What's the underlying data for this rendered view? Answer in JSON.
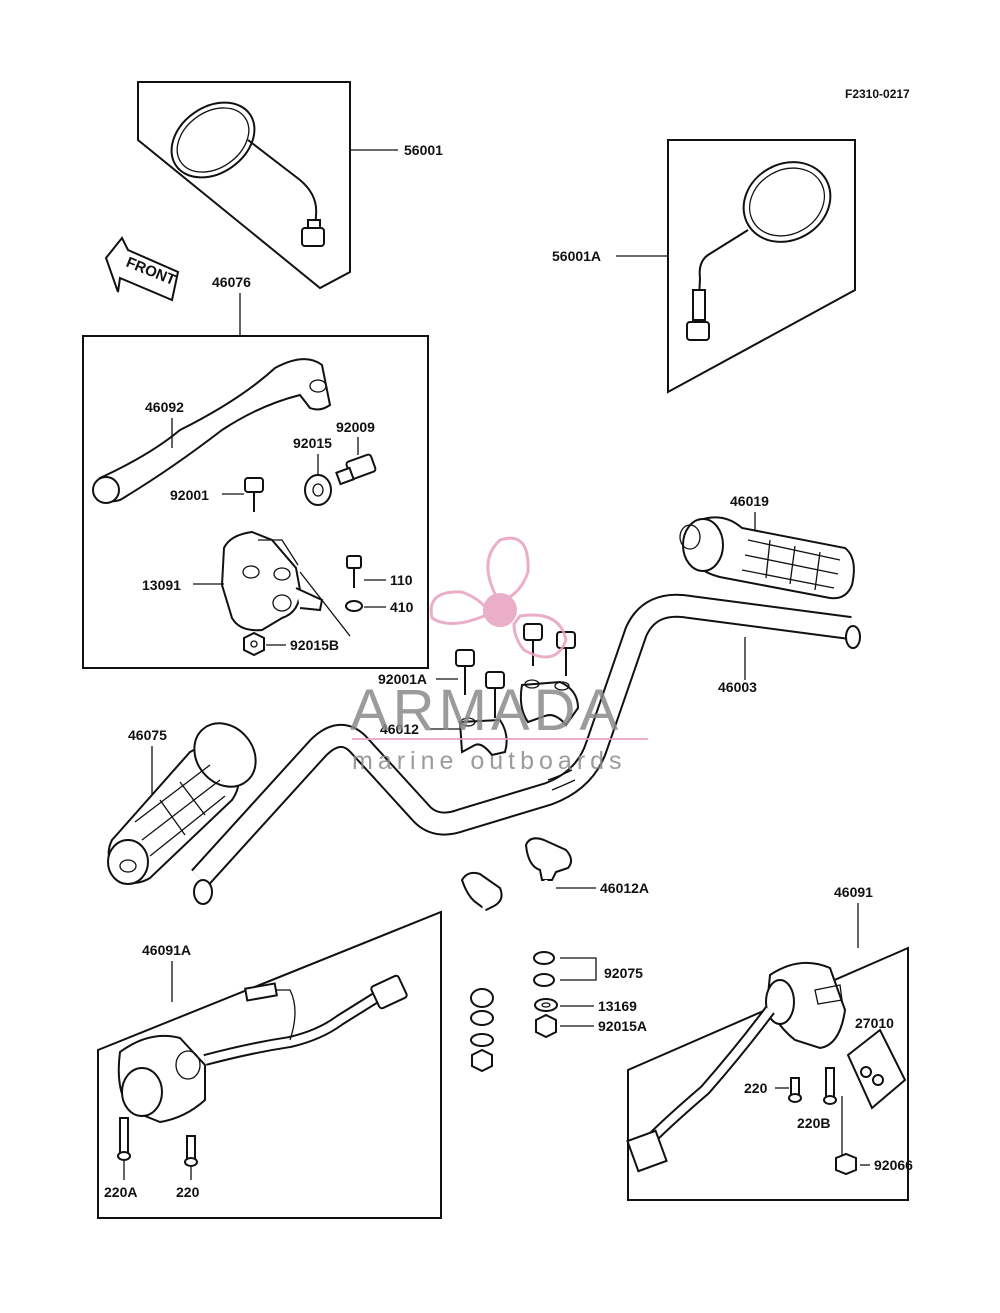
{
  "diagram": {
    "code": "F2310-0217",
    "front_label": "FRONT",
    "watermark": {
      "brand": "ARMADA",
      "tagline": "marine outboards",
      "accent_color": "#e8a0c0",
      "text_color": "#8a8a8a"
    },
    "parts": {
      "p56001": "56001",
      "p56001A": "56001A",
      "p46076": "46076",
      "p46092": "46092",
      "p92009": "92009",
      "p92015": "92015",
      "p92001": "92001",
      "p13091": "13091",
      "p110": "110",
      "p410": "410",
      "p92015B": "92015B",
      "p46019": "46019",
      "p46003": "46003",
      "p92001A": "92001A",
      "p46012": "46012",
      "p46075": "46075",
      "p46012A": "46012A",
      "p46091": "46091",
      "p46091A": "46091A",
      "p92075": "92075",
      "p13169": "13169",
      "p92015A": "92015A",
      "p27010": "27010",
      "p220_right": "220",
      "p220B": "220B",
      "p92066": "92066",
      "p220A": "220A",
      "p220_left": "220"
    }
  }
}
